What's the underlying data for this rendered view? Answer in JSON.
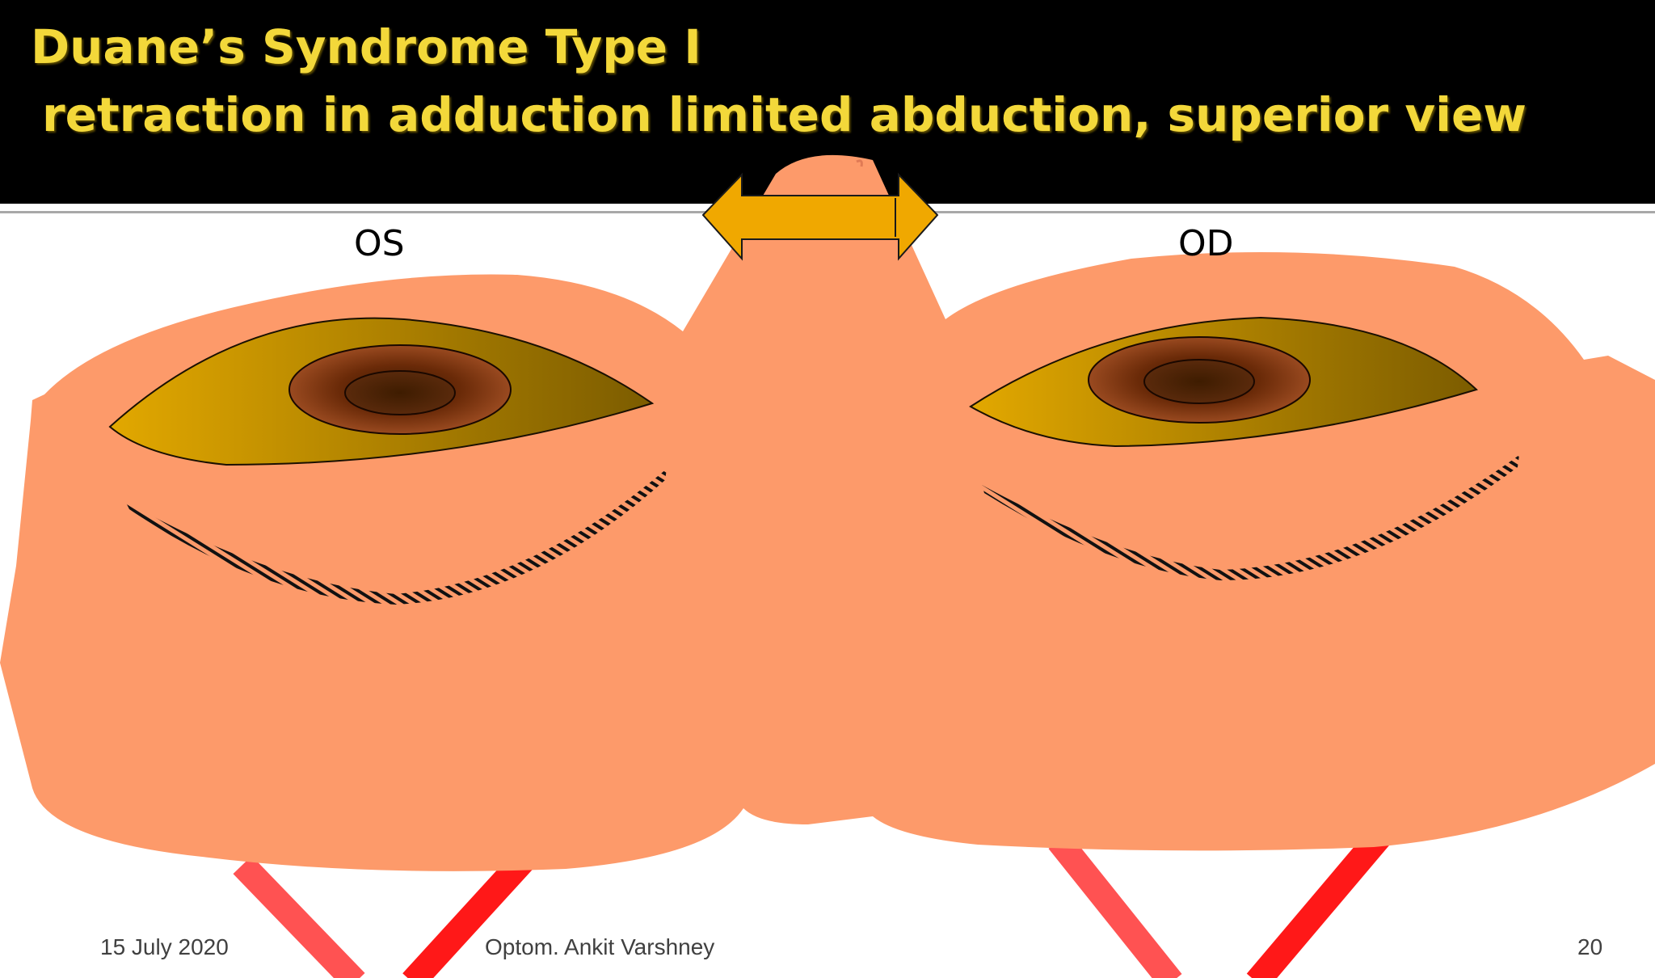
{
  "slide": {
    "title_line1": "Duane’s Syndrome Type I",
    "title_line2": "retraction in adduction limited abduction, superior view",
    "label_left_eye": "OS",
    "label_right_eye": "OD"
  },
  "footer": {
    "date": "15 July 2020",
    "author": "Optom. Ankit Varshney",
    "page_number": "20"
  },
  "colors": {
    "title_text": "#f3d83a",
    "title_background": "#000000",
    "skin": "#fd9a6a",
    "arrow": "#f0a800",
    "muscle": "#ff2020",
    "sclera_gradient_start": "#e2a800",
    "sclera_gradient_end": "#7c5c00"
  }
}
